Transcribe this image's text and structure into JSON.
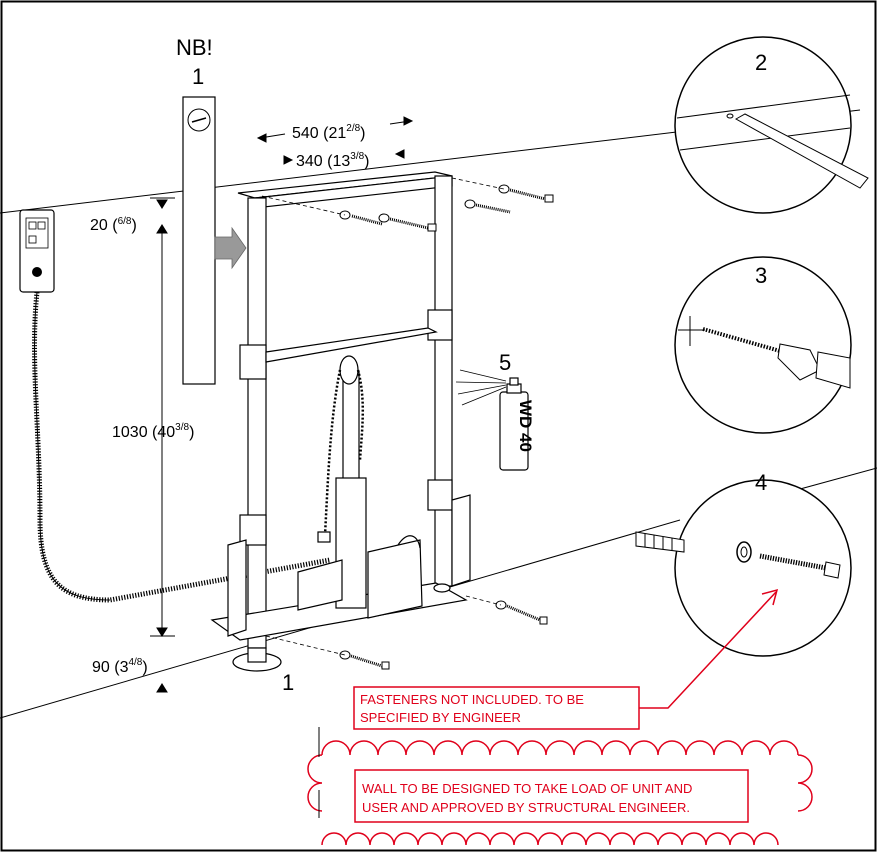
{
  "colors": {
    "line": "#000000",
    "annotation": "#e0001b",
    "background": "#ffffff",
    "gray": "#8a8a8a"
  },
  "labels": {
    "nb": "NB!",
    "step1_top": "1",
    "step1_bottom": "1",
    "step2": "2",
    "step3": "3",
    "step4": "4",
    "step5": "5",
    "spray": "WD 40"
  },
  "dimensions": {
    "width_outer": {
      "main": "540 (21",
      "frac": "2/8",
      "close": ")"
    },
    "width_inner": {
      "main": "340 (13",
      "frac": "3/8",
      "close": ")"
    },
    "top_offset": {
      "main": "20 (",
      "frac": "6/8",
      "close": ")"
    },
    "height": {
      "main": "1030 (40",
      "frac": "3/8",
      "close": ")"
    },
    "bottom_offset": {
      "main": "90 (3",
      "frac": "4/8",
      "close": ")"
    }
  },
  "notes": {
    "fasteners_line1": "FASTENERS NOT INCLUDED. TO BE",
    "fasteners_line2": "SPECIFIED BY ENGINEER",
    "wall_line1": "WALL TO BE DESIGNED TO TAKE LOAD OF UNIT AND",
    "wall_line2": "USER AND APPROVED BY STRUCTURAL ENGINEER."
  }
}
